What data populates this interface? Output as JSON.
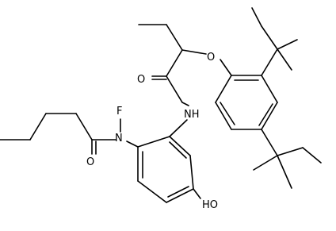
{
  "molecule": {
    "atom_labels": {
      "oxygen_carbonyl_amide": "O",
      "oxygen_ether": "O",
      "nitrogen_amide": "NH",
      "nitrogen_fluoro": "N",
      "fluorine": "F",
      "oxygen_carbonyl_pentanoyl": "O",
      "hydroxyl": "HO"
    },
    "colors": {
      "bond": "#000000",
      "text": "#000000",
      "background": "#ffffff"
    }
  }
}
